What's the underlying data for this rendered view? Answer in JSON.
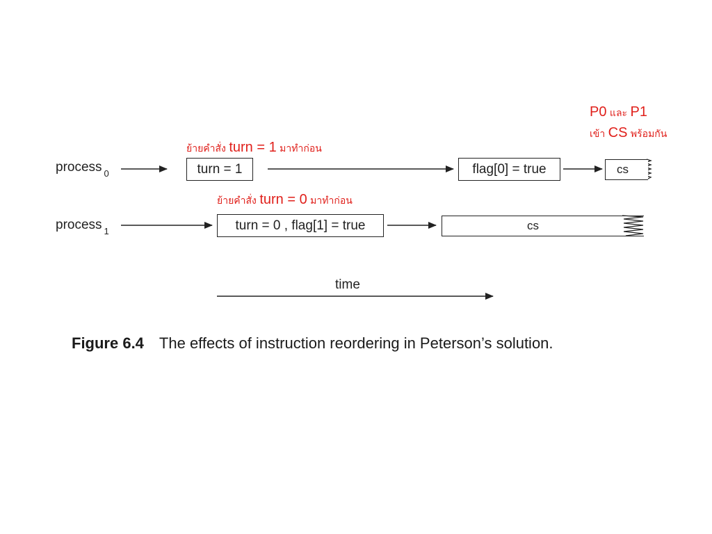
{
  "process0": {
    "label": "process",
    "subscript": "0"
  },
  "process1": {
    "label": "process",
    "subscript": "1"
  },
  "boxes": {
    "p0_turn": "turn = 1",
    "p0_flag": "flag[0] = true",
    "p0_cs": "cs",
    "p1_turn_flag": "turn = 0 , flag[1] = true",
    "p1_cs": "cs"
  },
  "annotations": {
    "note0_prefix": "ย้ายคำสั่ง",
    "note0_code": "turn = 1",
    "note0_suffix": "มาทำก่อน",
    "note1_prefix": "ย้ายคำสั่ง",
    "note1_code": "turn = 0",
    "note1_suffix": "มาทำก่อน",
    "both_line1": "P0",
    "both_line1_mid": "และ",
    "both_line1_end": "P1",
    "both_line2_prefix": "เข้า",
    "both_line2_code": "CS",
    "both_line2_suffix": "พร้อมกัน"
  },
  "time_label": "time",
  "caption": {
    "figure": "Figure 6.4",
    "text": "The effects of instruction reordering in Peterson’s solution."
  },
  "colors": {
    "annotation": "#e0201b",
    "ink": "#222222"
  }
}
